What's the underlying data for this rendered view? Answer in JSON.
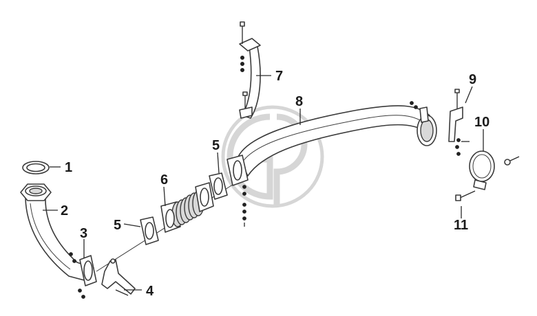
{
  "diagram": {
    "callouts": [
      {
        "id": "1",
        "label": "1"
      },
      {
        "id": "2",
        "label": "2"
      },
      {
        "id": "3",
        "label": "3"
      },
      {
        "id": "4",
        "label": "4"
      },
      {
        "id": "5a",
        "label": "5"
      },
      {
        "id": "5b",
        "label": "5"
      },
      {
        "id": "6",
        "label": "6"
      },
      {
        "id": "7",
        "label": "7"
      },
      {
        "id": "8",
        "label": "8"
      },
      {
        "id": "9",
        "label": "9"
      },
      {
        "id": "10",
        "label": "10"
      },
      {
        "id": "11",
        "label": "11"
      }
    ]
  }
}
